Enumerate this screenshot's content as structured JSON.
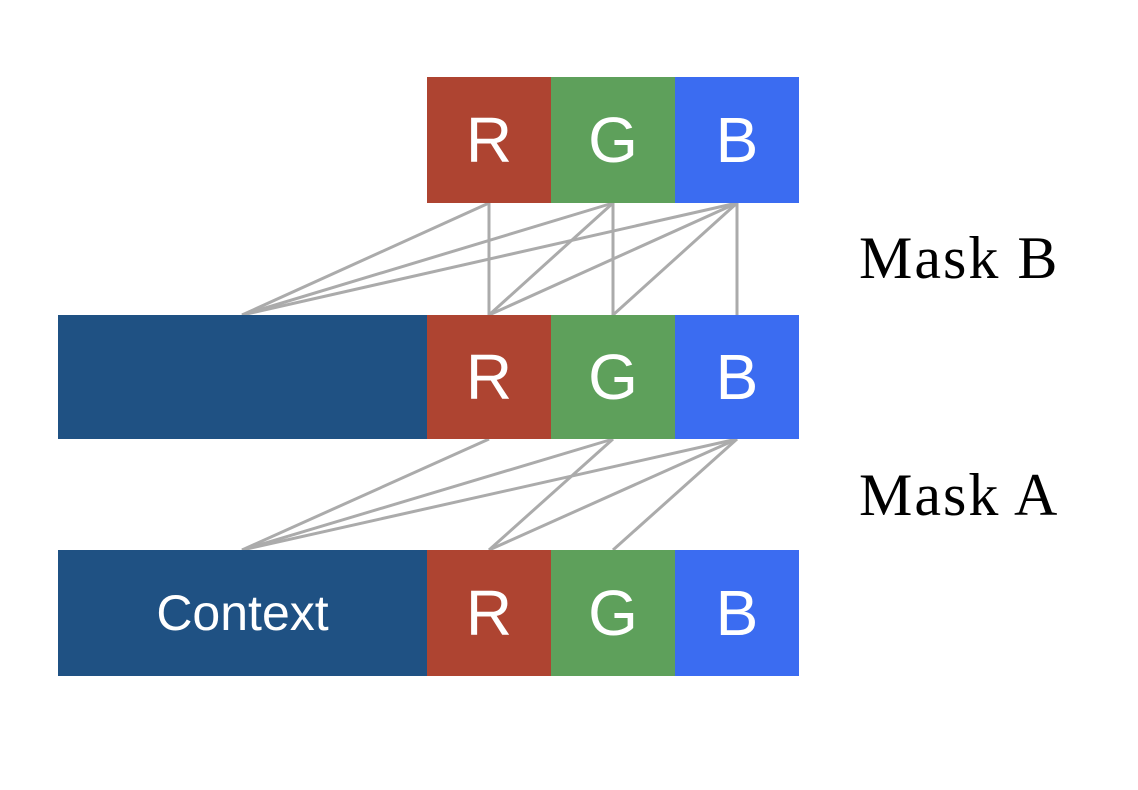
{
  "figure": {
    "mask_b_label": "Mask B",
    "mask_a_label": "Mask A"
  },
  "blocks": {
    "top_r": {
      "label": "R"
    },
    "top_g": {
      "label": "G"
    },
    "top_b": {
      "label": "B"
    },
    "mid_context": {
      "label": ""
    },
    "mid_r": {
      "label": "R"
    },
    "mid_g": {
      "label": "G"
    },
    "mid_b": {
      "label": "B"
    },
    "bot_context": {
      "label": "Context"
    },
    "bot_r": {
      "label": "R"
    },
    "bot_g": {
      "label": "G"
    },
    "bot_b": {
      "label": "B"
    }
  },
  "colors": {
    "red": "#AE4431",
    "green": "#5EA05B",
    "blue": "#3B6CF1",
    "navy": "#1F5183",
    "line": "#ABABAB",
    "block_text": "#FFFFFF",
    "caption_text": "#000000",
    "background": "#FFFFFF"
  },
  "connections": {
    "mask_b": [
      [
        "context",
        "R"
      ],
      [
        "context",
        "G"
      ],
      [
        "context",
        "B"
      ],
      [
        "R",
        "R"
      ],
      [
        "R",
        "G"
      ],
      [
        "R",
        "B"
      ],
      [
        "G",
        "G"
      ],
      [
        "G",
        "B"
      ],
      [
        "B",
        "B"
      ]
    ],
    "mask_a": [
      [
        "context",
        "R"
      ],
      [
        "context",
        "G"
      ],
      [
        "context",
        "B"
      ],
      [
        "R",
        "G"
      ],
      [
        "R",
        "B"
      ],
      [
        "G",
        "B"
      ]
    ]
  }
}
